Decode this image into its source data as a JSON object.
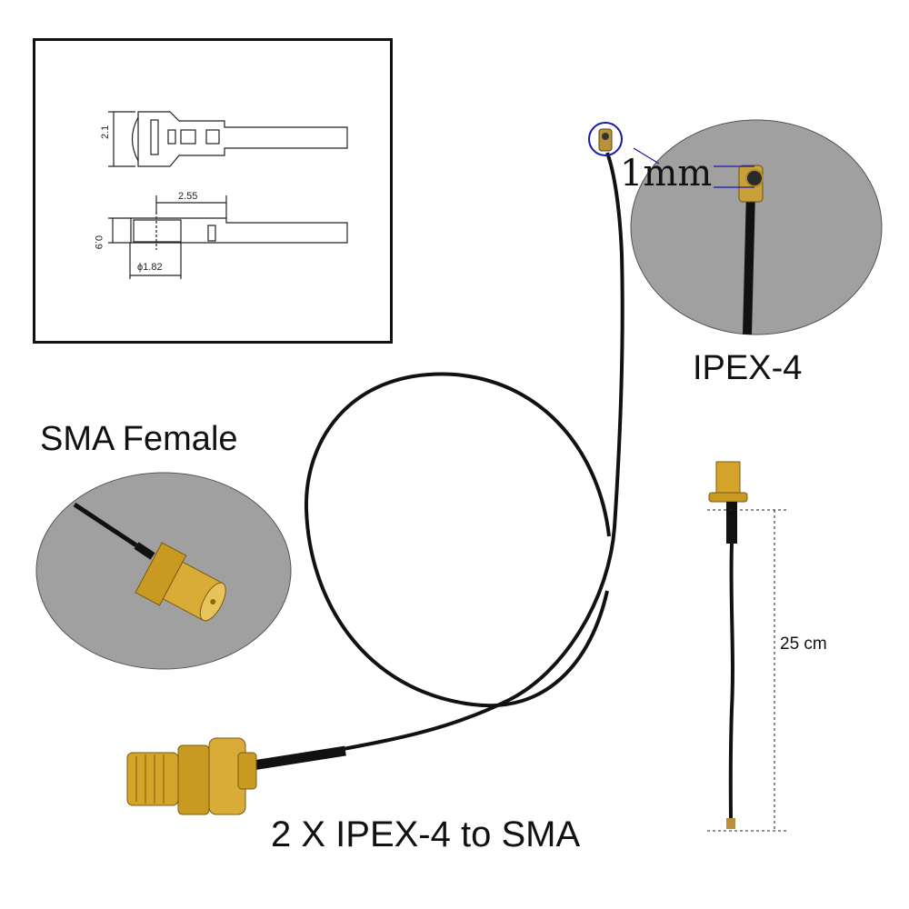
{
  "drawing": {
    "dimensions": {
      "width": "2.1",
      "length": "2.55",
      "height": "0.9",
      "diameter": "ϕ1.82"
    }
  },
  "labels": {
    "ipex_callout_size": "1mm",
    "ipex": "IPEX-4",
    "sma": "SMA Female",
    "cable_length": "25 cm",
    "product_title": "2 X IPEX-4 to SMA"
  },
  "colors": {
    "background": "#ffffff",
    "zoom_circle_fill": "#a0a0a0",
    "cable": "#111111",
    "gold": "#d4a52a",
    "callout_blue": "#1a1aa8"
  }
}
